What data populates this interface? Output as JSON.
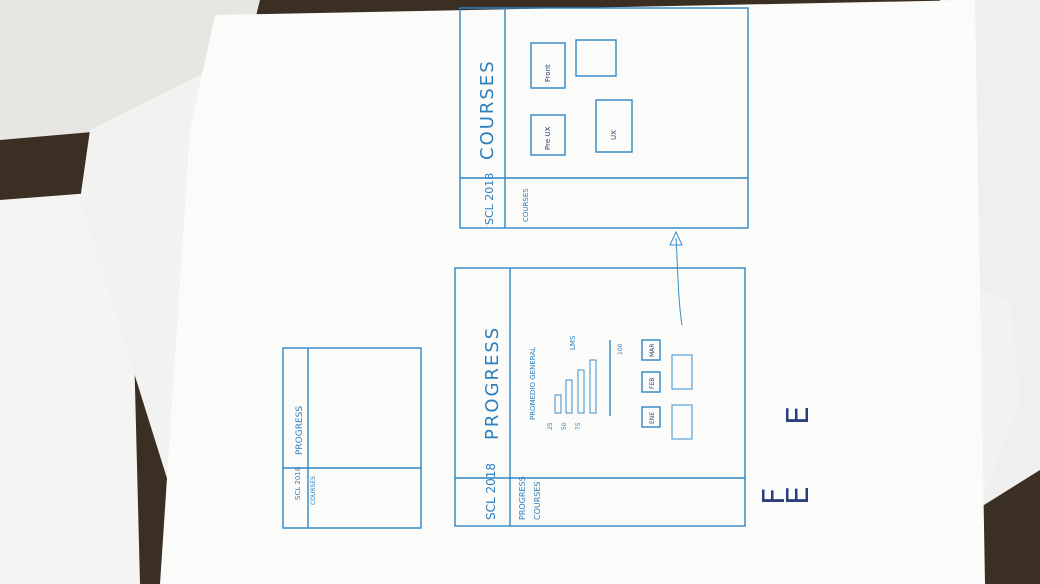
{
  "photo": {
    "description_free": true,
    "notes_top": [
      "PROGRESS"
    ],
    "small_sketch": {
      "logo_text": "SCL 2018",
      "title": "PROGRESS",
      "sidebar": [
        "COURSES"
      ]
    },
    "progress_wireframe": {
      "logo_text": "SCL 2018",
      "title": "PROGRESS",
      "sidebar": [
        "COURSES",
        "PROGRESS"
      ],
      "avg_label": "PROMEDIO GENERAL",
      "chart_ticks": [
        "100",
        "75",
        "50",
        "25"
      ],
      "legend": [
        "LMS"
      ],
      "buttons": [
        "ENE",
        "FEB",
        "MAR"
      ]
    },
    "courses_wireframe": {
      "logo_text": "SCL 2018",
      "title": "COURSES",
      "sidebar": [
        "COURSES"
      ],
      "cards": [
        "Pre UX",
        "Front",
        "UX"
      ]
    },
    "letters": [
      "E",
      "E",
      "F"
    ]
  }
}
